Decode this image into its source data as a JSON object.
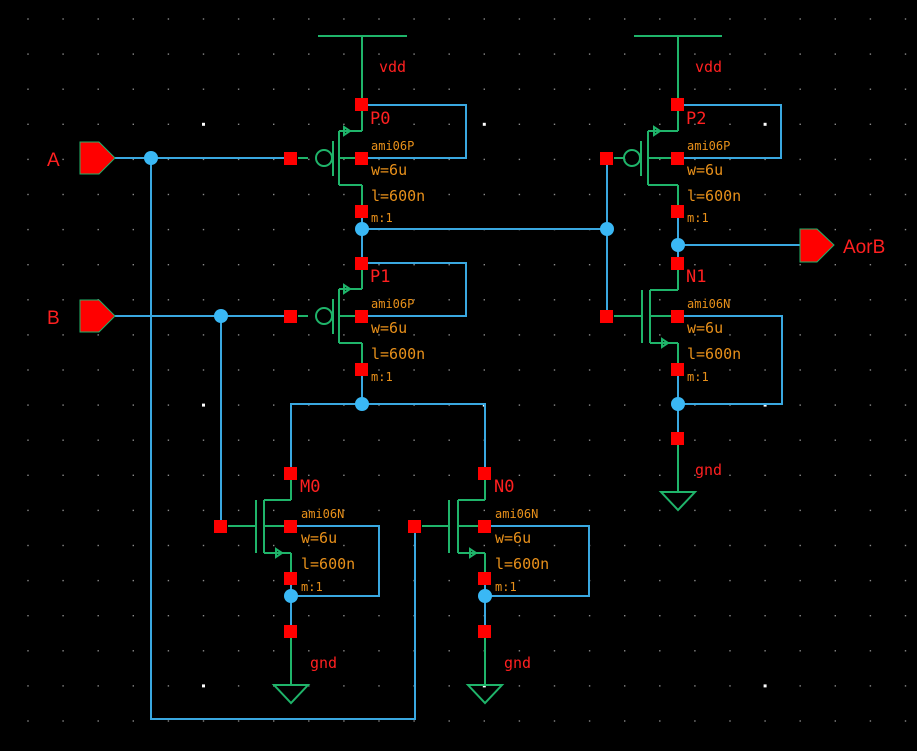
{
  "app": "Schematic Editor",
  "colors": {
    "background": "#000000",
    "wire": "#3aa8e0",
    "symbol": "#1fb46a",
    "terminal": "#ff0000",
    "junction": "#3ab8f5",
    "param_text": "#e8901a",
    "label_text": "#ff2020"
  },
  "pins": {
    "A": {
      "label": "A",
      "direction": "input"
    },
    "B": {
      "label": "B",
      "direction": "input"
    },
    "AorB": {
      "label": "AorB",
      "direction": "output"
    }
  },
  "supplies": {
    "vdd_left": "vdd",
    "vdd_right": "vdd",
    "gnd_m0": "gnd",
    "gnd_n0": "gnd",
    "gnd_n1": "gnd"
  },
  "transistors": {
    "P0": {
      "name": "P0",
      "model": "ami06P",
      "w": "w=6u",
      "l": "l=600n",
      "m": "m:1"
    },
    "P1": {
      "name": "P1",
      "model": "ami06P",
      "w": "w=6u",
      "l": "l=600n",
      "m": "m:1"
    },
    "P2": {
      "name": "P2",
      "model": "ami06P",
      "w": "w=6u",
      "l": "l=600n",
      "m": "m:1"
    },
    "N1": {
      "name": "N1",
      "model": "ami06N",
      "w": "w=6u",
      "l": "l=600n",
      "m": "m:1"
    },
    "M0": {
      "name": "M0",
      "model": "ami06N",
      "w": "w=6u",
      "l": "l=600n",
      "m": "m:1"
    },
    "N0": {
      "name": "N0",
      "model": "ami06N",
      "w": "w=6u",
      "l": "l=600n",
      "m": "m:1"
    }
  }
}
